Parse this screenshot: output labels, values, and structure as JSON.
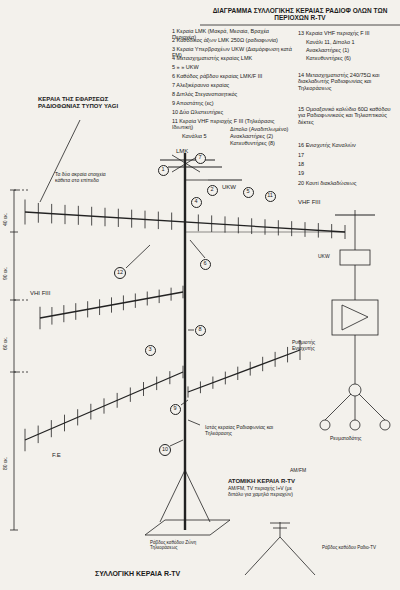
{
  "diagram": {
    "title": "ΔΙΑΓΡΑΜΜΑ ΣΥΛΛΟΓΙΚΗΣ ΚΕΡΑΙΑΣ ΡΑΔΙΟΦ ΟΛΩΝ ΤΩΝ ΠΕΡΙΟΧΩΝ R-TV",
    "caption": "ΣΥΛΛΟΓΙΚΗ ΚΕΡΑΙΑ R-TV",
    "nodes": [
      {
        "text": [
          "7"
        ]
      },
      {
        "text": [
          "1"
        ]
      },
      {
        "text": [
          "2"
        ]
      },
      {
        "text": [
          "5"
        ]
      },
      {
        "text": [
          "11"
        ]
      },
      {
        "text": [
          "4"
        ]
      },
      {
        "text": [
          "6"
        ]
      },
      {
        "text": [
          "12"
        ]
      },
      {
        "text": [
          "8"
        ]
      },
      {
        "text": [
          "3"
        ]
      },
      {
        "text": [
          "9"
        ]
      },
      {
        "text": [
          "10"
        ]
      }
    ],
    "labels": [
      "1 Κεραία LMK (Μακρά, Μεσαία, Βραχέα Περιοχέα)",
      "2 Καθόδικος άξων LMK 250Ω (ραδιοφωνία)",
      "3 Κεραία Υπερβραχέων UKW (Διαμόρφωση κατά FM)",
      "4 Μετασχηματιστής κεραίας LMK",
      "5 » » UKW",
      "6 Καθόδος ράβδου κεραίας LMK/F III",
      "7 Αλεξικέραυνο κεραίας",
      "8 Διπλός Στεγανοποιητικός",
      "9 Αποστάτης (ες)",
      "10 Δύο Ωλιστευτήρες",
      "11 Κεραία VHF περιοχής F III (Τηλεόρασις Ιδιωτική)",
      "Κανάλια 5",
      "Δίπολο (Αναδιπλωμένο)",
      "Ανακλαστήρες (2)",
      "Κατευθυντήρες (8)",
      "ΚΕΡΑΙΑ ΤΗΣ ΕΦΑΡΣΕΩΣ ΡΑΔΙΟΦΩΝΙΑΣ ΤΥΠΟΥ YAGI",
      "Τα δύο ακραία στοιχεία κάθετα στο επίπεδο",
      "LMK",
      "UKW",
      "VHF FIII",
      "VHI FIII",
      "F.E",
      "Ιστός κεραίας Ραδιοφωνίας και Τηλεόρασης",
      "ΑΤΟΜΙΚΗ ΚΕΡΑΙΑ R-TV",
      "AM/FM, TV περιοχής I+V (με διπόλυ για χαμηλό περιοχών)",
      "AM/FM",
      "Ράβδος καθόδου Ζώνη Τηλεοράσεως",
      "Ράβδος καθόδου Ραδιο-TV",
      "40 εκ.",
      "90 εκ.",
      "60 εκ.",
      "80 εκ.",
      "UKW",
      "Ρυθμιστής Ενισχυτής",
      "Ρευματοδότης",
      "13 Κεραία VHF περιοχής F III",
      "Κανάλι 11, Δίπολο 1",
      "Ανακλαστήρες (1)",
      "Κατευθυντήρες (6)",
      "14 Μετασχηματιστής 240/75Ω και διακλαδωτής Ραδιοφωνίας και Τηλεοράσεως",
      "15 Ομοαξονικό καλώδιο 60Ω καθόδου για Ραδιοφωνικούς και Τηλεοπτικούς δέκτες",
      "16 Ενισχυτής Καναλιών",
      "17",
      "18",
      "19",
      "20 Κουτί διακλαδώσεως"
    ]
  }
}
